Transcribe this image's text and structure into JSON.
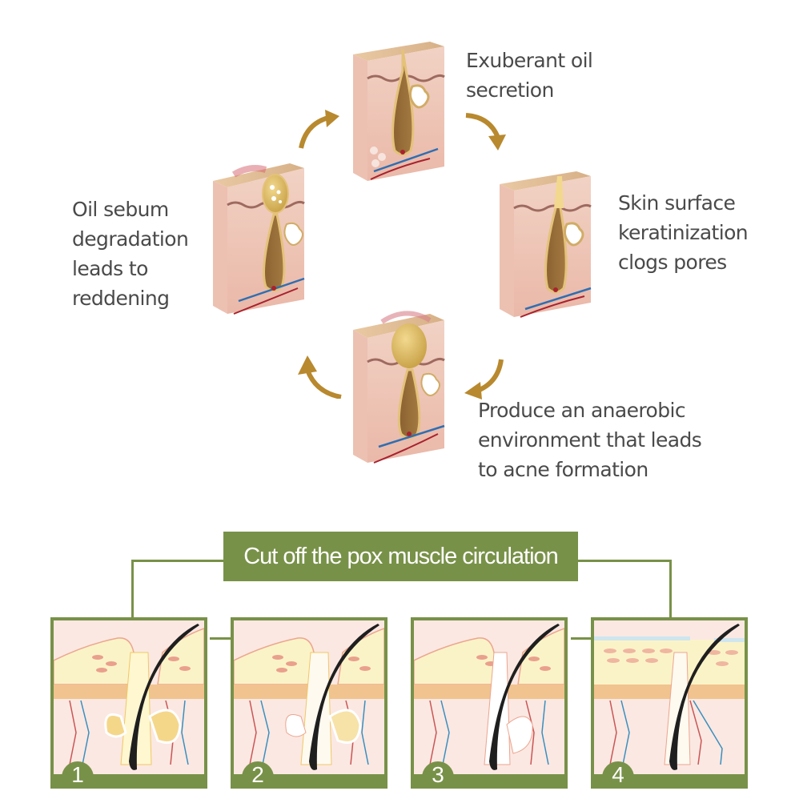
{
  "cycle": {
    "steps": [
      {
        "id": "exuberant-oil",
        "text": "Exuberant oil\nsecretion"
      },
      {
        "id": "keratinization",
        "text": "Skin surface\nkeratinization\nclogs pores"
      },
      {
        "id": "anaerobic",
        "text": "Produce an anaerobic\nenvironment that leads\nto acne formation"
      },
      {
        "id": "reddening",
        "text": "Oil sebum\ndegradation\nleads to\nreddening"
      }
    ],
    "arrow_color": "#b8892e"
  },
  "process": {
    "title": "Cut off the pox muscle circulation",
    "accent_color": "#789148",
    "stages": [
      {
        "number": "1"
      },
      {
        "number": "2"
      },
      {
        "number": "3"
      },
      {
        "number": "4"
      }
    ]
  }
}
